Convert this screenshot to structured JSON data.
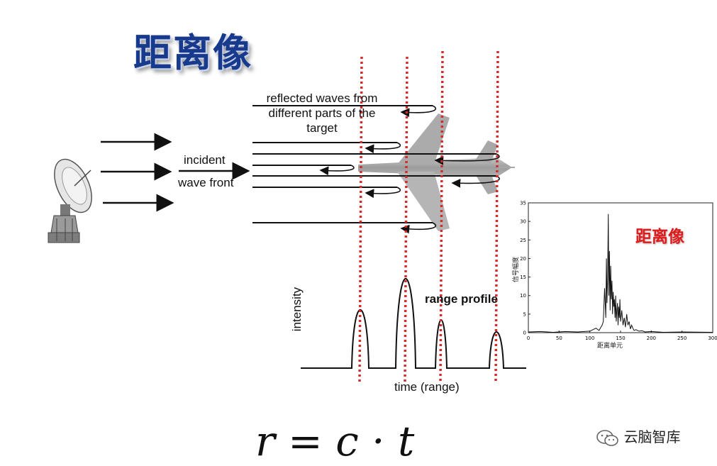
{
  "title": "距离像",
  "labels": {
    "reflected": [
      "reflected waves from",
      "different parts of the",
      "target"
    ],
    "incident_1": "incident",
    "incident_2": "wave front",
    "range_profile": "range profile",
    "intensity": "intensity",
    "time_axis": "time (range)"
  },
  "formula": "r = c · t",
  "watermark": "云脑智库",
  "colors": {
    "title": "#173a8c",
    "dotted": "#d42a2a",
    "side_title": "#e01b1b"
  },
  "icons": [
    "radar-dish-icon",
    "airplane-icon",
    "wechat-icon"
  ],
  "chart_data": {
    "type": "line",
    "title": "距离像",
    "xlabel": "距离单元",
    "ylabel": "信号幅度",
    "xlim": [
      0,
      300
    ],
    "ylim": [
      0,
      35
    ],
    "xticks": [
      0,
      50,
      100,
      150,
      200,
      250,
      300
    ],
    "yticks": [
      0,
      5,
      10,
      15,
      20,
      25,
      30,
      35
    ],
    "series": [
      {
        "x": [
          0,
          20,
          40,
          60,
          80,
          100,
          105,
          110,
          115,
          118,
          120,
          122,
          124,
          126,
          127,
          128,
          129,
          130,
          131,
          132,
          133,
          134,
          135,
          136,
          137,
          138,
          139,
          140,
          141,
          142,
          143,
          144,
          145,
          146,
          147,
          148,
          149,
          150,
          152,
          154,
          156,
          158,
          160,
          162,
          164,
          166,
          168,
          170,
          172,
          175,
          180,
          185,
          190,
          200,
          220,
          250,
          300
        ],
        "values": [
          0.2,
          0.3,
          0.1,
          0.3,
          0.2,
          0.4,
          0.8,
          1.2,
          0.6,
          1.5,
          2.0,
          3.0,
          12,
          4,
          20,
          8,
          15,
          32,
          10,
          22,
          6,
          18,
          9,
          14,
          5,
          11,
          7,
          9,
          4,
          10,
          3,
          6,
          8,
          2,
          7,
          4,
          9,
          3,
          6,
          2,
          4,
          1.5,
          5,
          2,
          3,
          1,
          2,
          1.2,
          0.6,
          0.8,
          0.4,
          0.5,
          0.2,
          0.3,
          0.1,
          0.2,
          0.1
        ]
      }
    ]
  },
  "profile_data": {
    "type": "line",
    "xlabel": "time (range)",
    "ylabel": "intensity",
    "title": "range profile",
    "peaks": [
      0.58,
      0.89,
      0.48,
      0.36
    ]
  }
}
